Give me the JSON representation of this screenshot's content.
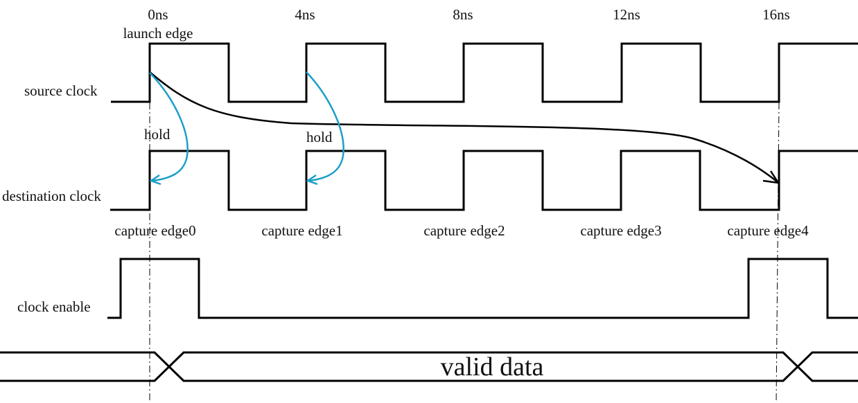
{
  "title": "Multicycle path timing diagram with clock enable",
  "time_labels": [
    "0ns",
    "4ns",
    "8ns",
    "12ns",
    "16ns"
  ],
  "launch_label": "launch edge",
  "signals": {
    "source_clock": "source clock",
    "destination_clock": "destination clock",
    "clock_enable": "clock enable",
    "data_label": "valid data"
  },
  "hold_labels": [
    "hold",
    "hold"
  ],
  "capture_edges": [
    "capture edge0",
    "capture edge1",
    "capture edge2",
    "capture edge3",
    "capture edge4"
  ],
  "timing": {
    "clock_period_ns": 4,
    "source_rising_edges_ns": [
      0,
      4,
      8,
      12,
      16
    ],
    "destination_rising_edges_ns": [
      0,
      4,
      8,
      12,
      16
    ],
    "clock_enable_high_intervals_ns": [
      [
        -0.75,
        1.25
      ],
      [
        15.25,
        17.25
      ]
    ],
    "data_transitions_ns": [
      0,
      16
    ],
    "setup_path": {
      "from_ns": 0,
      "to_ns": 16
    },
    "hold_paths": [
      {
        "from_ns": 0,
        "to_ns": 0
      },
      {
        "from_ns": 4,
        "to_ns": 4
      }
    ]
  },
  "colors": {
    "waveform": "#000000",
    "hold_arrow": "#1b9ec8",
    "setup_arrow": "#000000"
  }
}
